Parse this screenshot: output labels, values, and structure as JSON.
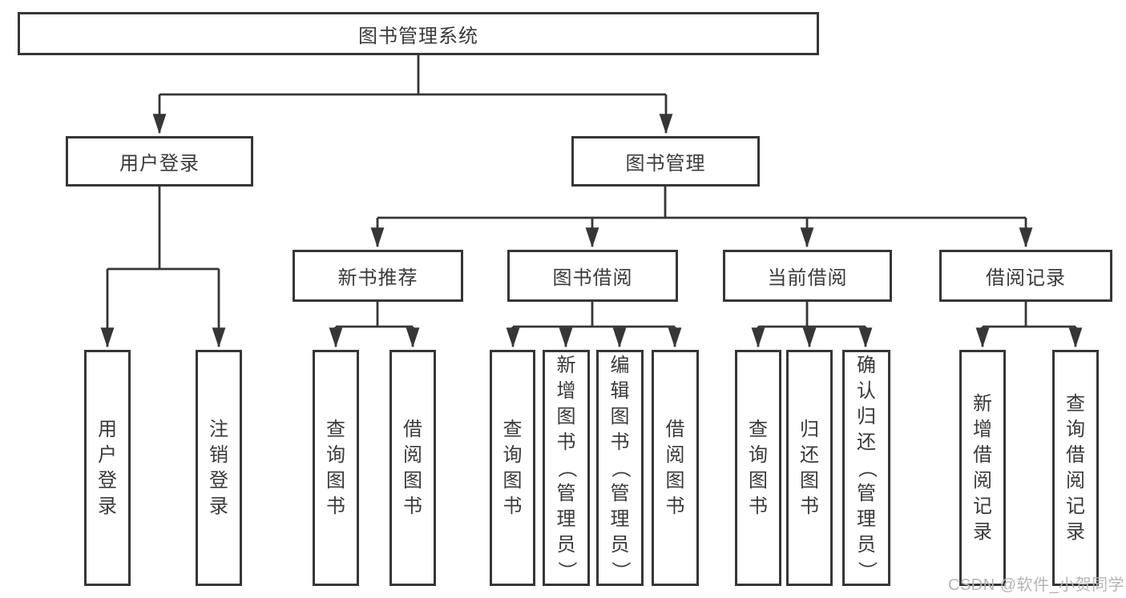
{
  "tree": {
    "root": "图书管理系统",
    "user_login": {
      "label": "用户登录",
      "children": [
        "用户登录",
        "注销登录"
      ]
    },
    "book_management": {
      "label": "图书管理",
      "sections": [
        {
          "label": "新书推荐",
          "children": [
            "查询图书",
            "借阅图书"
          ]
        },
        {
          "label": "图书借阅",
          "children": [
            "查询图书",
            "新增图书（管理员）",
            "编辑图书（管理员）",
            "借阅图书"
          ]
        },
        {
          "label": "当前借阅",
          "children": [
            "查询图书",
            "归还图书",
            "确认归还（管理员）"
          ]
        },
        {
          "label": "借阅记录",
          "children": [
            "新增借阅记录",
            "查询借阅记录"
          ]
        }
      ]
    }
  },
  "watermark": "CSDN @软件_小贺同学",
  "colors": {
    "line": "#363636",
    "text": "#3a3a3a",
    "background": "#ffffff",
    "watermark": "#b5b5b5"
  }
}
